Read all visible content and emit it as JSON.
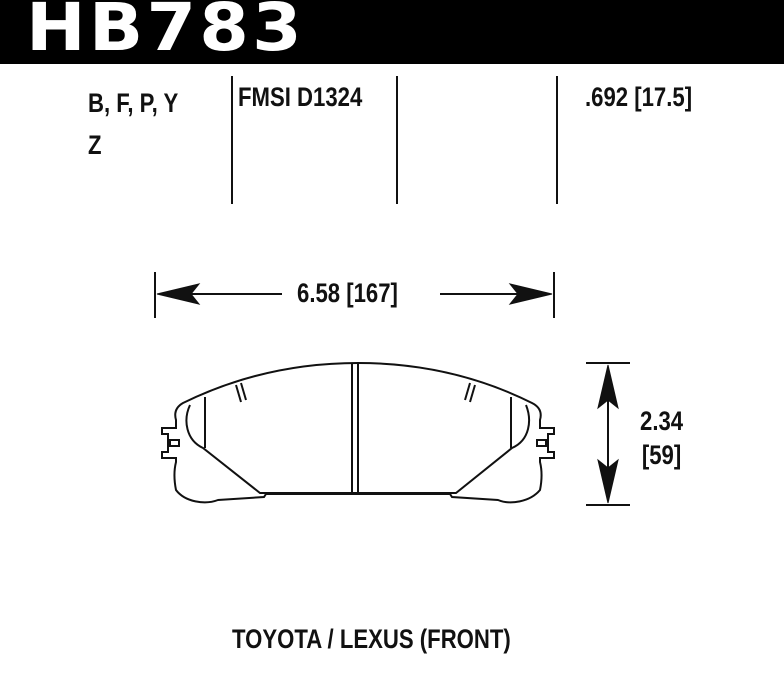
{
  "header": {
    "part_number": "HB783",
    "background_color": "#000000",
    "text_color": "#ffffff"
  },
  "specs": {
    "compounds_line1": "B, F, P, Y",
    "compounds_line2": "Z",
    "fmsi": "FMSI D1324",
    "thickness": ".692 [17.5]"
  },
  "dimensions": {
    "width": "6.58  [167]",
    "height_in": "2.34",
    "height_mm": "[59]"
  },
  "application": {
    "label": "TOYOTA / LEXUS (FRONT)"
  }
}
